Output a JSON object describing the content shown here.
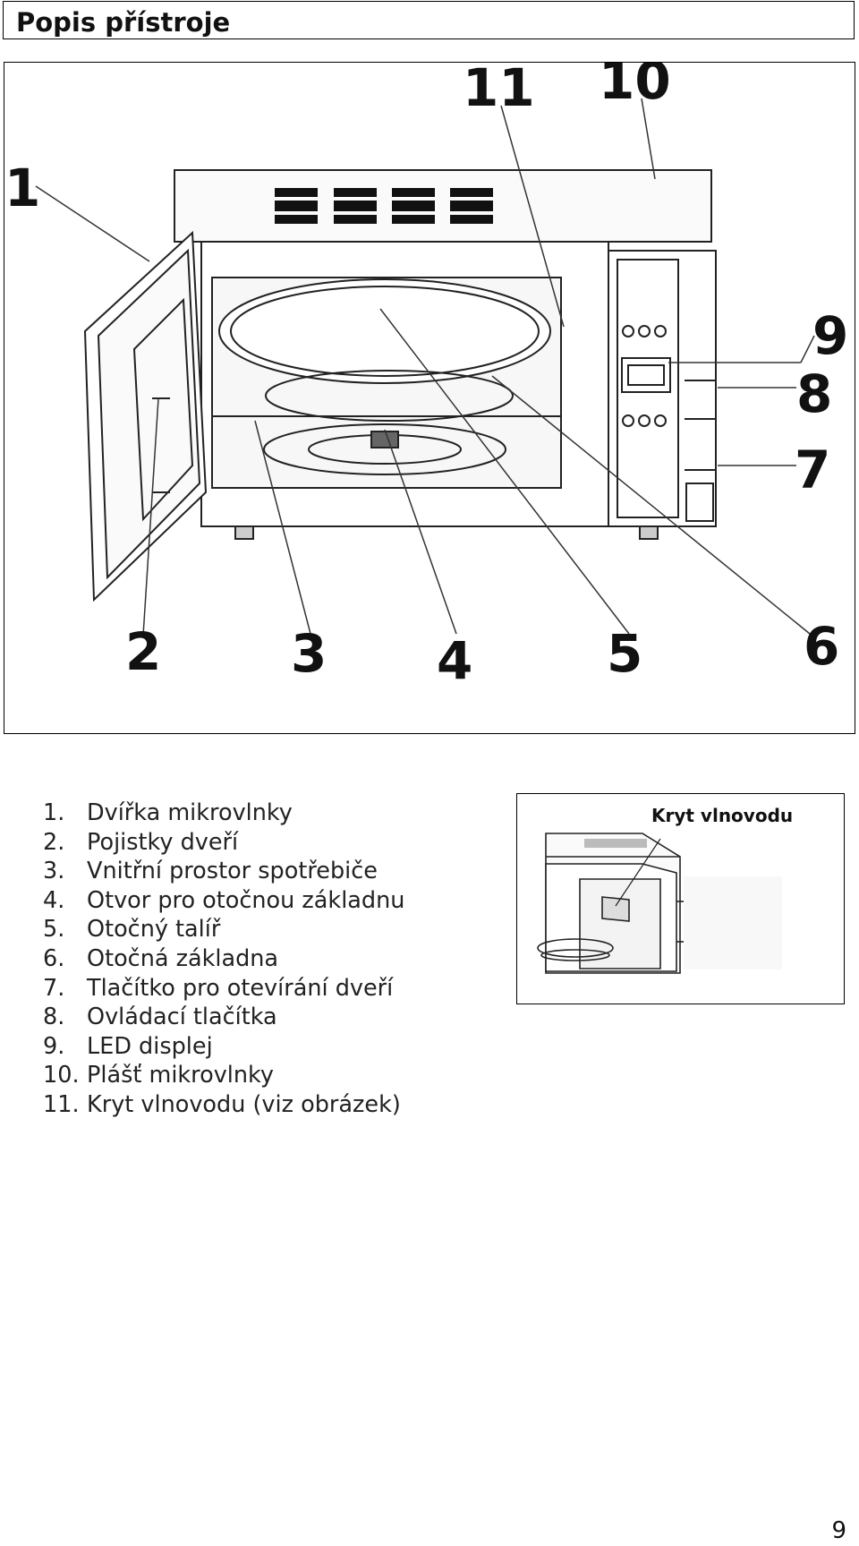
{
  "header": {
    "title": "Popis přístroje"
  },
  "figure": {
    "callouts": [
      "1",
      "2",
      "3",
      "4",
      "5",
      "6",
      "7",
      "8",
      "9",
      "10",
      "11"
    ]
  },
  "parts": [
    {
      "number": "1.",
      "label": "Dvířka mikrovlnky"
    },
    {
      "number": "2.",
      "label": "Pojistky dveří"
    },
    {
      "number": "3.",
      "label": "Vnitřní prostor spotřebiče"
    },
    {
      "number": "4.",
      "label": "Otvor pro otočnou základnu"
    },
    {
      "number": "5.",
      "label": "Otočný talíř"
    },
    {
      "number": "6.",
      "label": "Otočná základna"
    },
    {
      "number": "7.",
      "label": "Tlačítko pro otevírání dveří"
    },
    {
      "number": "8.",
      "label": "Ovládací tlačítka"
    },
    {
      "number": "9.",
      "label": "LED displej"
    },
    {
      "number": "10.",
      "label": "Plášť mikrovlnky"
    },
    {
      "number": "11.",
      "label": "Kryt vlnovodu (viz obrázek)"
    }
  ],
  "inset": {
    "label": "Kryt vlnovodu"
  },
  "page_number": "9"
}
